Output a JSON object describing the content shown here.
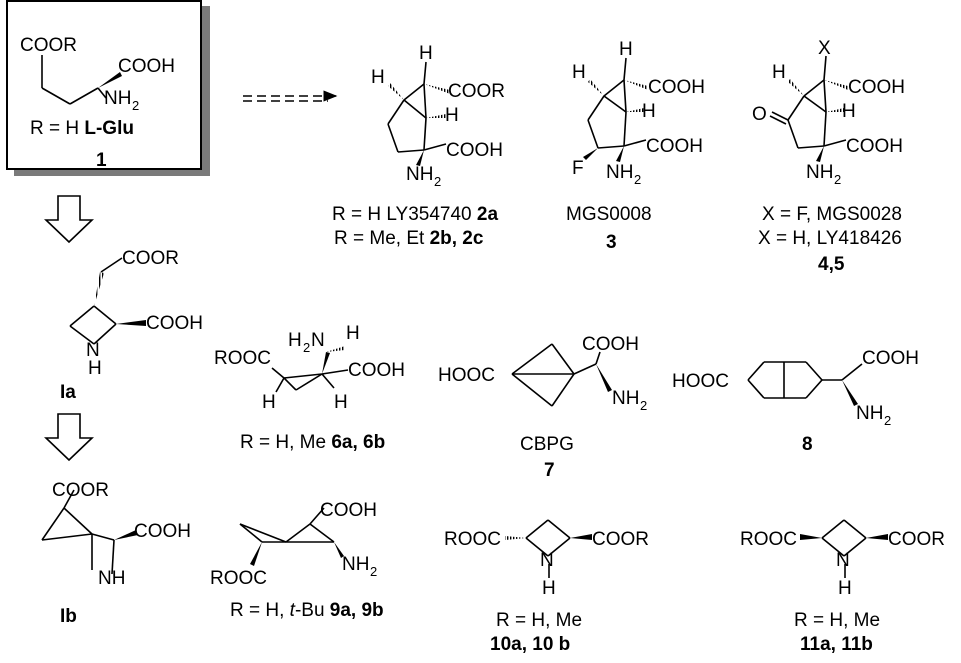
{
  "compound_1": {
    "groups": [
      "COOR",
      "COOH",
      "NH",
      "2"
    ],
    "r_prefix": "R = H ",
    "r_name": "L-Glu",
    "number": "1"
  },
  "compound_2": {
    "labels": [
      "H",
      "COOR",
      "H",
      "H",
      "COOH",
      "NH",
      "2"
    ],
    "line1_prefix": "R = H LY354740 ",
    "line1_num": "2a",
    "line2_prefix": "R = Me, Et ",
    "line2_num": "2b, 2c"
  },
  "compound_3": {
    "labels": [
      "H",
      "H",
      "COOH",
      "H",
      "F",
      "COOH",
      "NH",
      "2"
    ],
    "name": "MGS0008",
    "number": "3"
  },
  "compound_45": {
    "labels": [
      "X",
      "H",
      "O",
      "COOH",
      "H",
      "COOH",
      "NH",
      "2"
    ],
    "line1": "X = F, MGS0028",
    "line2": "X = H, LY418426",
    "number": "4,5"
  },
  "compound_Ia": {
    "labels": [
      "COOR",
      "COOH",
      "N",
      "H"
    ],
    "number": "Ia"
  },
  "compound_Ib": {
    "labels": [
      "COOR",
      "COOH",
      "NH"
    ],
    "number": "Ib"
  },
  "compound_6": {
    "labels": [
      "ROOC",
      "H",
      "2",
      "N",
      "H",
      "COOH",
      "H",
      "H"
    ],
    "caption_prefix": "R = H, Me ",
    "caption_num": "6a, 6b"
  },
  "compound_7": {
    "labels": [
      "HOOC",
      "COOH",
      "NH",
      "2"
    ],
    "name": "CBPG",
    "number": "7"
  },
  "compound_8": {
    "labels": [
      "HOOC",
      "COOH",
      "NH",
      "2"
    ],
    "number": "8"
  },
  "compound_9": {
    "labels": [
      "COOH",
      "ROOC",
      "NH",
      "2"
    ],
    "caption_prefix": "R = H, ",
    "caption_italic": "t",
    "caption_mid": "-Bu ",
    "caption_num": "9a, 9b"
  },
  "compound_10": {
    "labels": [
      "ROOC",
      "COOR",
      "N",
      "H"
    ],
    "line1": "R = H, Me",
    "line2": "10a, 10 b"
  },
  "compound_11": {
    "labels": [
      "ROOC",
      "COOR",
      "N",
      "H"
    ],
    "line1": "R = H, Me",
    "line2": "11a, 11b"
  }
}
